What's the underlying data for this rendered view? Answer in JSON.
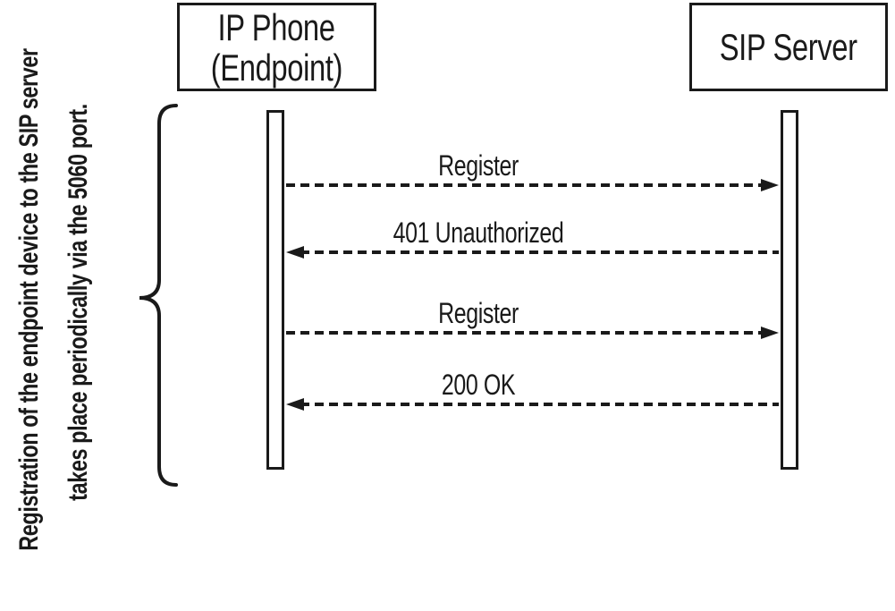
{
  "colors": {
    "ink": "#1a1a1a",
    "background": "#ffffff"
  },
  "side_note": {
    "line1": "Registration of the endpoint device to the SIP server",
    "line2": "takes place periodically via the 5060 port."
  },
  "actors": {
    "ip_phone": {
      "line1": "IP Phone",
      "line2": "(Endpoint)"
    },
    "sip_server": {
      "label": "SIP Server"
    }
  },
  "messages": [
    {
      "label": "Register",
      "direction": "right"
    },
    {
      "label": "401 Unauthorized",
      "direction": "left"
    },
    {
      "label": "Register",
      "direction": "right"
    },
    {
      "label": "200 OK",
      "direction": "left"
    }
  ]
}
